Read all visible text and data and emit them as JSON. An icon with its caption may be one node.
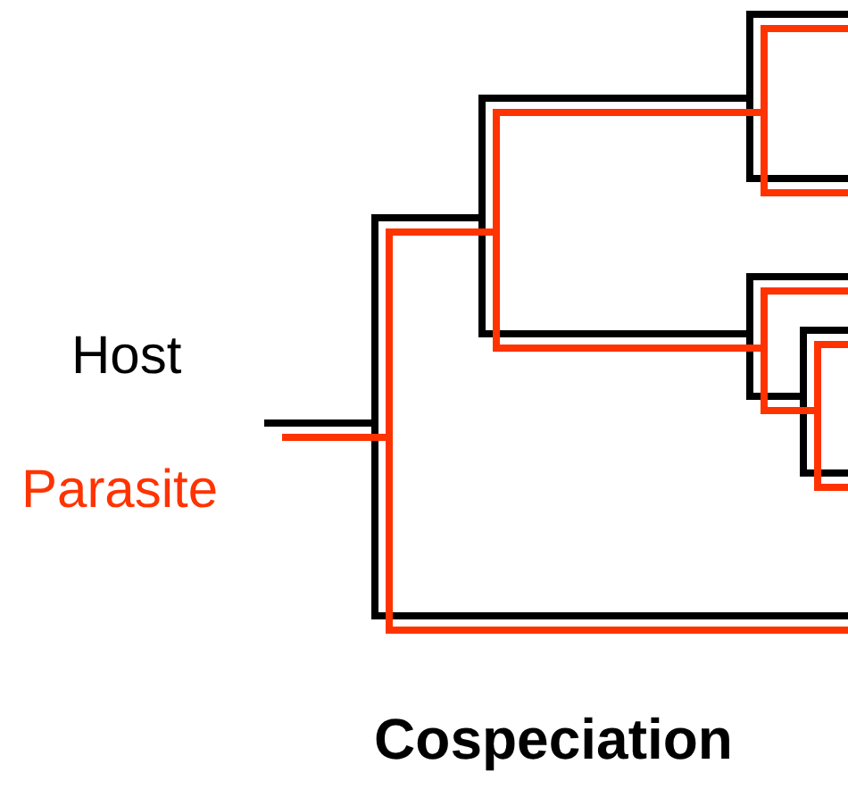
{
  "diagram": {
    "caption": "Cospeciation",
    "legend": [
      {
        "text": "Host",
        "color": "#000000"
      },
      {
        "text": "Parasite",
        "color": "#ff3300"
      }
    ]
  }
}
